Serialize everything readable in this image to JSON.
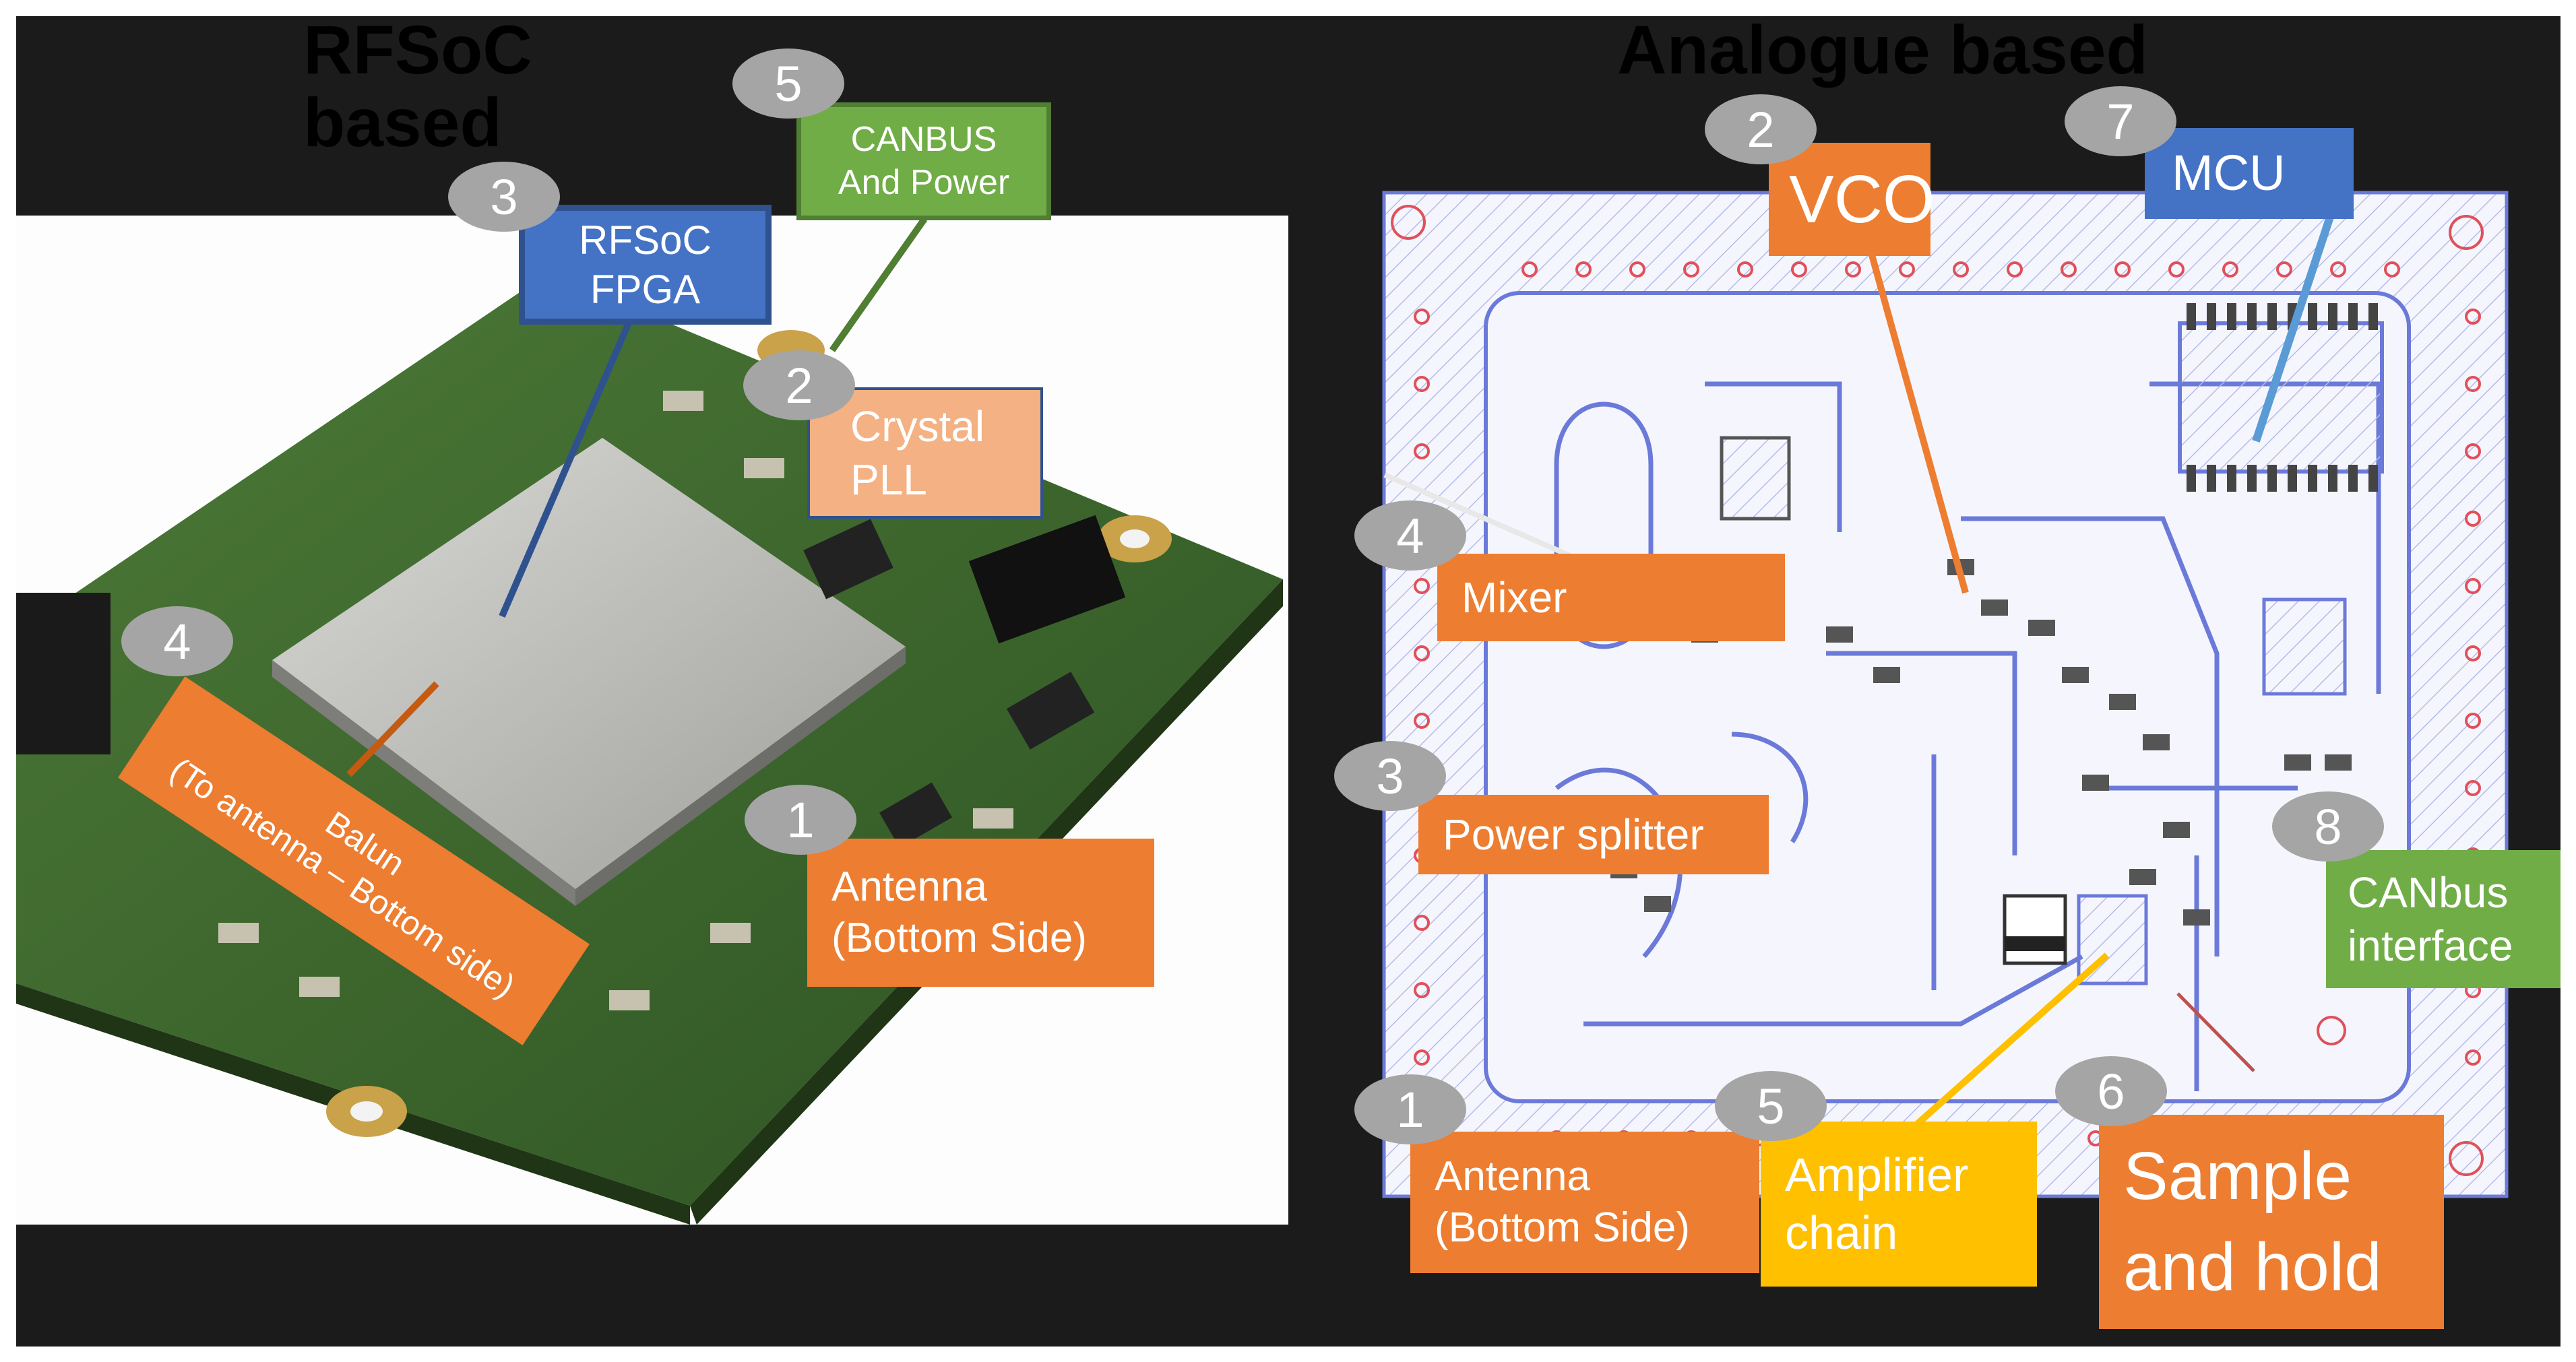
{
  "headings": {
    "left": "RFSoC\nbased",
    "right": "Analogue based"
  },
  "colors": {
    "frame": "#1b1b1b",
    "orange": "#ed7d31",
    "blue": "#4472c4",
    "green": "#70ad47",
    "peach": "#f4b183",
    "gold": "#ffc000",
    "badge": "#a5a5a5",
    "pcb_trace": "#6b7ad9",
    "pcb_pad": "#e1505a",
    "board": "#3f6b2e"
  },
  "rfsoc": {
    "callouts": [
      {
        "key": "fpga",
        "number": "5",
        "label": "CANBUS\nAnd Power"
      },
      {
        "key": "fpga_core",
        "number": "3",
        "label": "RFSoC\nFPGA"
      },
      {
        "key": "pll",
        "number": "2",
        "label": "Crystal\nPLL"
      },
      {
        "key": "balun",
        "number": "4",
        "label": "Balun\n(To antenna – Bottom side)"
      },
      {
        "key": "antenna",
        "number": "1",
        "label": "Antenna\n(Bottom Side)"
      }
    ]
  },
  "analogue": {
    "callouts": [
      {
        "key": "vco",
        "number": "2",
        "label": "VCO"
      },
      {
        "key": "mcu",
        "number": "7",
        "label": "MCU"
      },
      {
        "key": "mixer",
        "number": "4",
        "label": "Mixer"
      },
      {
        "key": "splitter",
        "number": "3",
        "label": "Power splitter"
      },
      {
        "key": "canbus",
        "number": "8",
        "label": "CANbus\ninterface"
      },
      {
        "key": "antenna",
        "number": "1",
        "label": "Antenna\n(Bottom Side)"
      },
      {
        "key": "amp",
        "number": "5",
        "label": "Amplifier\nchain"
      },
      {
        "key": "sh",
        "number": "6",
        "label": "Sample\nand hold"
      }
    ]
  }
}
